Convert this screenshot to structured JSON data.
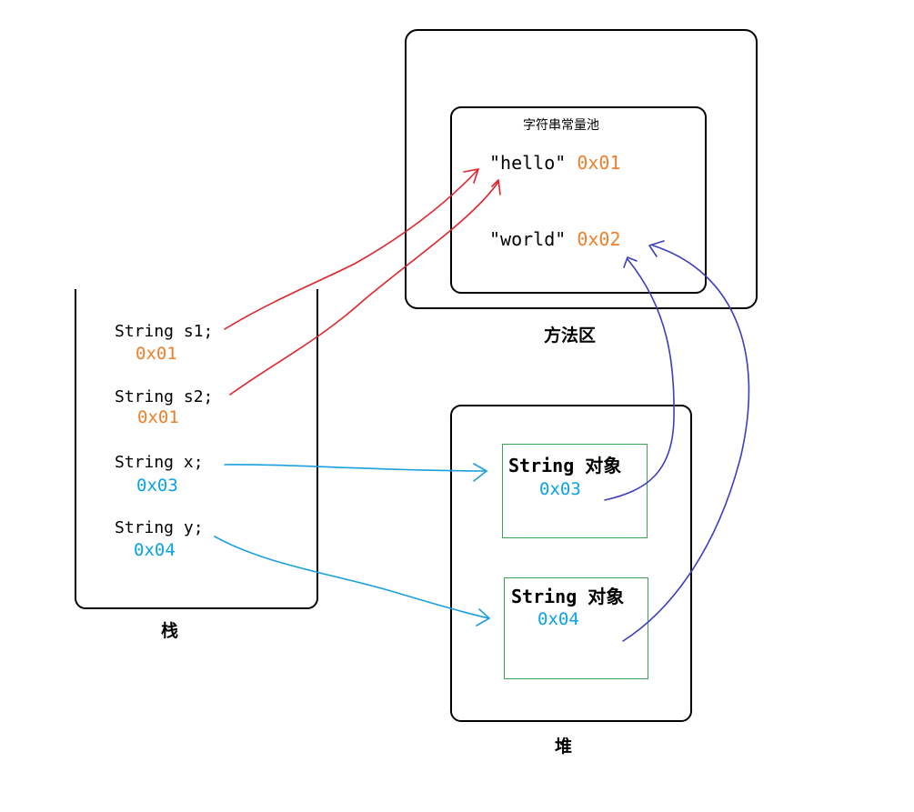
{
  "method_area": {
    "label": "方法区",
    "pool": {
      "label": "字符串常量池",
      "entries": [
        {
          "literal": "\"hello\"",
          "address": "0x01"
        },
        {
          "literal": "\"world\"",
          "address": "0x02"
        }
      ]
    }
  },
  "stack": {
    "label": "栈",
    "vars": [
      {
        "decl": "String s1;",
        "address": "0x01"
      },
      {
        "decl": "String s2;",
        "address": "0x01"
      },
      {
        "decl": "String x;",
        "address": "0x03"
      },
      {
        "decl": "String y;",
        "address": "0x04"
      }
    ]
  },
  "heap": {
    "label": "堆",
    "objects": [
      {
        "label": "String 对象",
        "address": "0x03"
      },
      {
        "label": "String 对象",
        "address": "0x04"
      }
    ]
  },
  "colors": {
    "outline": "#000000",
    "address_pool": "#f07f2a",
    "address_heap": "#0aa3e6",
    "object_border": "#3aa05a",
    "arrow_red": "#e0242c",
    "arrow_cyan": "#1a9fe0",
    "arrow_blue": "#3d3dbf"
  }
}
